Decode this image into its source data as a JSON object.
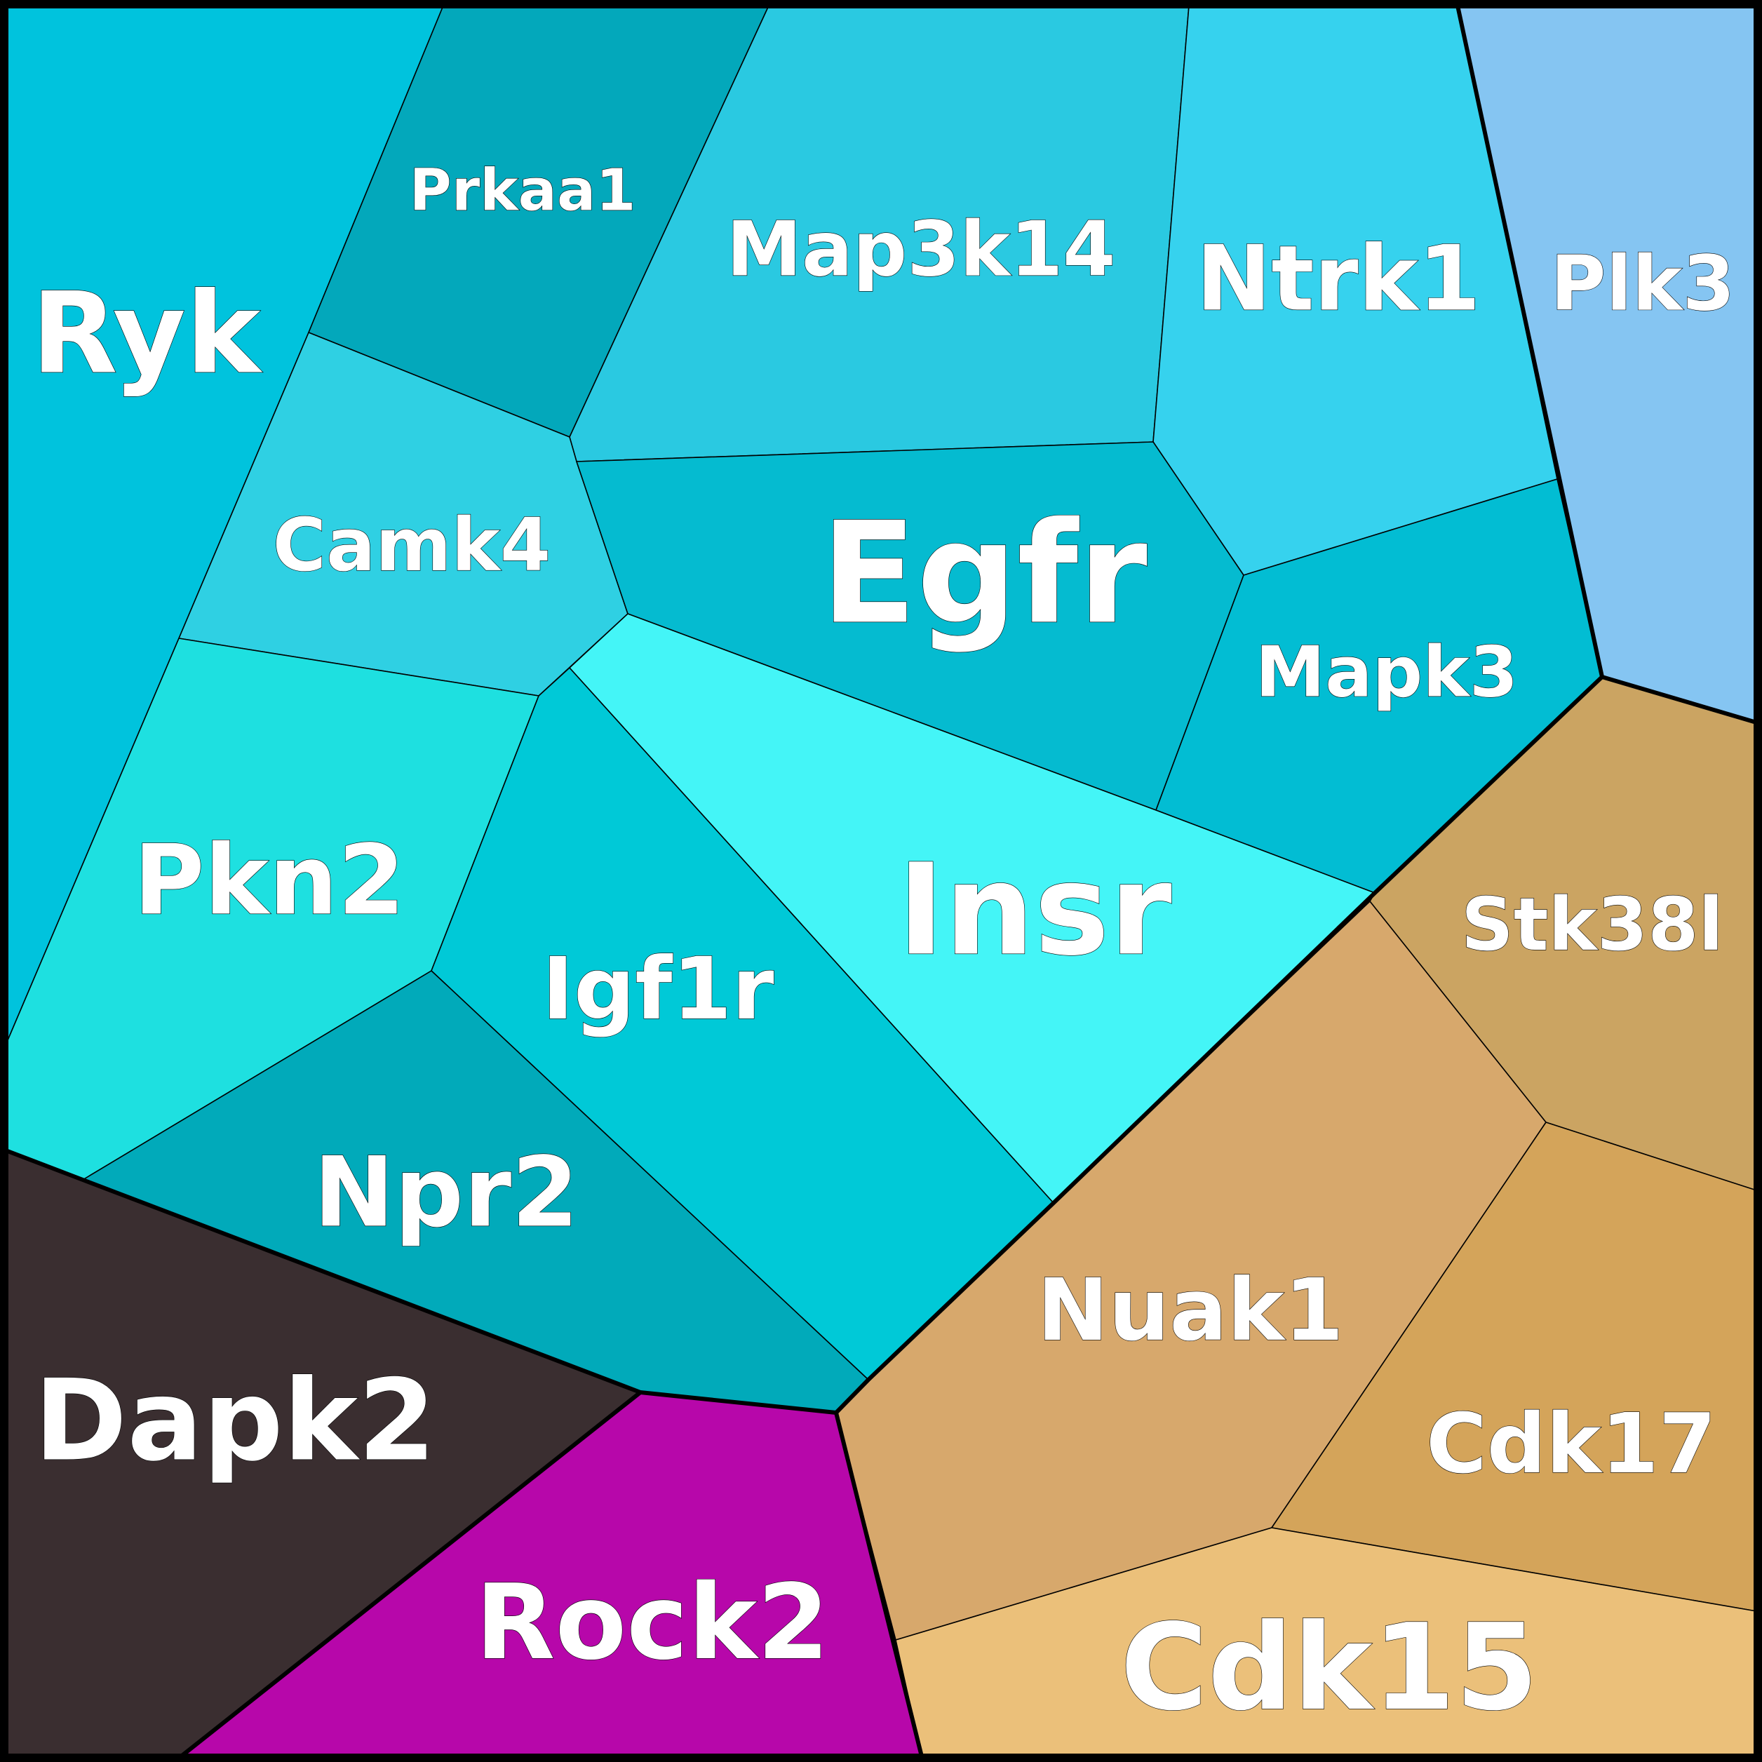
{
  "cells": [
    {
      "id": "ryk",
      "label": "Ryk",
      "color": "#00c3dd"
    },
    {
      "id": "prkaa1",
      "label": "Prkaa1",
      "color": "#03a8bb"
    },
    {
      "id": "map3k14",
      "label": "Map3k14",
      "color": "#2ac9e1"
    },
    {
      "id": "ntrk1",
      "label": "Ntrk1",
      "color": "#36d2ee"
    },
    {
      "id": "plk3",
      "label": "Plk3",
      "color": "#85c5f2"
    },
    {
      "id": "camk4",
      "label": "Camk4",
      "color": "#2fd0e3"
    },
    {
      "id": "egfr",
      "label": "Egfr",
      "color": "#05bbd0"
    },
    {
      "id": "mapk3",
      "label": "Mapk3",
      "color": "#02bdd3"
    },
    {
      "id": "pkn2",
      "label": "Pkn2",
      "color": "#1ee0e0"
    },
    {
      "id": "igf1r",
      "label": "Igf1r",
      "color": "#00c9d7"
    },
    {
      "id": "insr",
      "label": "Insr",
      "color": "#44f5f7"
    },
    {
      "id": "npr2",
      "label": "Npr2",
      "color": "#01aaba"
    },
    {
      "id": "stk38l",
      "label": "Stk38l",
      "color": "#cba462"
    },
    {
      "id": "nuak1",
      "label": "Nuak1",
      "color": "#d7a86c"
    },
    {
      "id": "cdk17",
      "label": "Cdk17",
      "color": "#d4a45a"
    },
    {
      "id": "cdk15",
      "label": "Cdk15",
      "color": "#ebc07a"
    },
    {
      "id": "dapk2",
      "label": "Dapk2",
      "color": "#3a2e30"
    },
    {
      "id": "rock2",
      "label": "Rock2",
      "color": "#b707aa"
    }
  ]
}
